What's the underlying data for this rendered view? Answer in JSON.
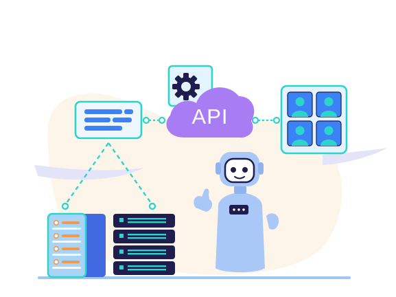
{
  "cloud": {
    "label": "API",
    "color": "#a87cf2"
  },
  "colors": {
    "teal": "#2dd4c9",
    "blue": "#3b82f6",
    "navy": "#1f1d4d",
    "blob": "#fdf5ea",
    "robot": "#a9c7f7",
    "floor": "#9ec6f0"
  },
  "icons": [
    "document-card-icon",
    "gear-icon",
    "cloud-icon",
    "user-grid-icon",
    "server-rack-icon",
    "robot-icon"
  ],
  "user_tiles": 4,
  "light_server_slots": 4,
  "dark_server_units": 4
}
